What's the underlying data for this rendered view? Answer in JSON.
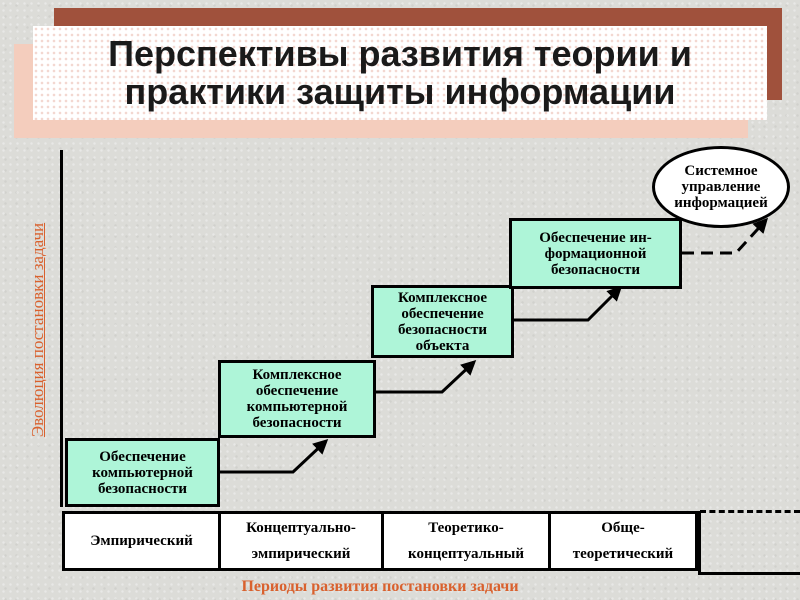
{
  "title": "Перспективы развития теории и\nпрактики защиты информации",
  "y_axis_label": "Эволюция постановки задачи",
  "x_axis_label": "Периоды развития постановки задачи",
  "stages": [
    "Обеспечение\nкомпьютерной\nбезопасности",
    "Комплексное\nобеспечение\nкомпьютерной\nбезопасности",
    "Комплексное\nобеспечение\nбезопасности\nобъекта",
    "Обеспечение ин-\nформационной\nбезопасности"
  ],
  "future_stage": "Системное\nуправление\nинформацией",
  "periods": [
    "Эмпирический",
    "Концептуально-\nэмпирический",
    "Теоретико-\nконцептуальный",
    "Обще-\nтеоретический"
  ],
  "colors": {
    "stage_fill": "#aef5d8",
    "label_accent": "#d9612e",
    "title_shadow": "#a0513c",
    "title_band": "#f4cdbd"
  }
}
